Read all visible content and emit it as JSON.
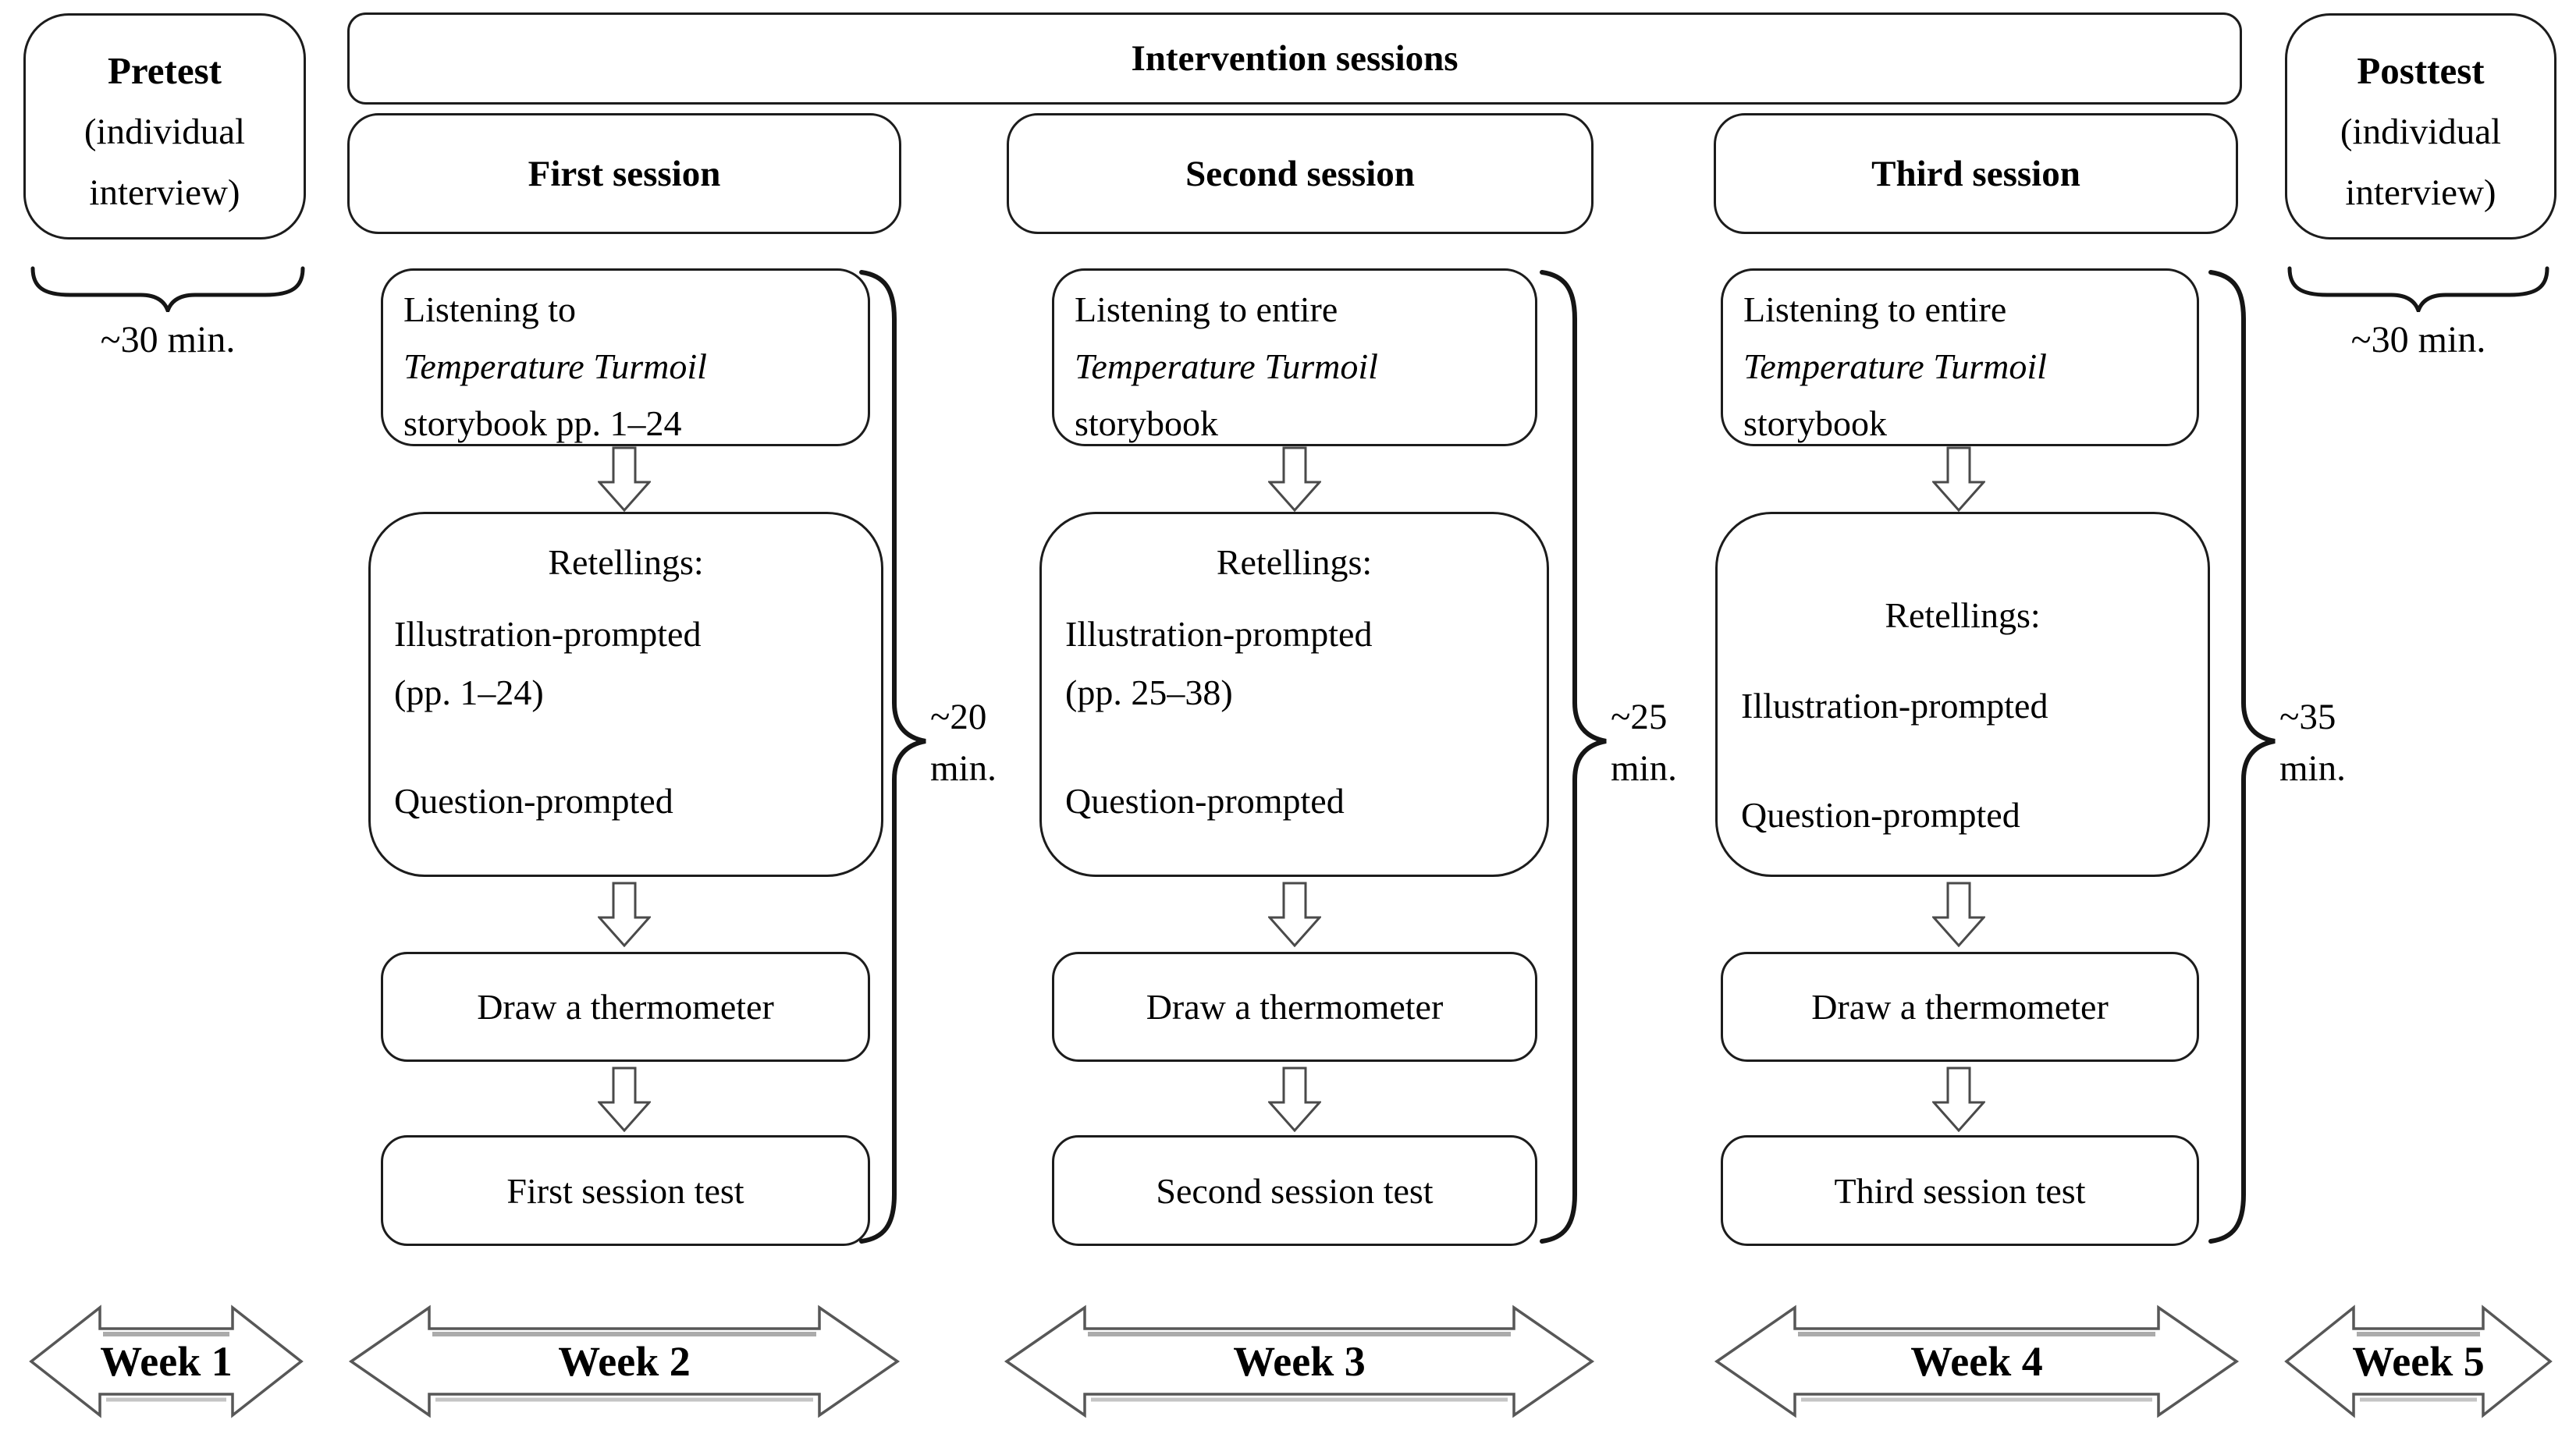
{
  "ink": {
    "border": "#1c1c1c",
    "arrow_stroke": "#4a4a4a",
    "week_arrow_stroke": "#575757",
    "text": "#000000",
    "background": "#ffffff"
  },
  "pretest": {
    "title": "Pretest",
    "line2": "(individual",
    "line3": "interview)",
    "duration": "~30 min."
  },
  "posttest": {
    "title": "Posttest",
    "line2": "(individual",
    "line3": "interview)",
    "duration": "~30 min."
  },
  "intervention": {
    "title": "Intervention sessions"
  },
  "columns": [
    {
      "session_label": "First session",
      "listening": {
        "line1": "Listening to",
        "line2": "Temperature Turmoil",
        "line3": "storybook pp. 1–24"
      },
      "retellings": {
        "title": "Retellings:",
        "line1": "Illustration-prompted",
        "line2": "(pp. 1–24)",
        "line3": "Question-prompted"
      },
      "thermometer": "Draw a thermometer",
      "test": "First session test",
      "duration": {
        "line1": "~20",
        "line2": "min."
      }
    },
    {
      "session_label": "Second session",
      "listening": {
        "line1": "Listening to entire",
        "line2": "Temperature Turmoil",
        "line3": "storybook"
      },
      "retellings": {
        "title": "Retellings:",
        "line1": "Illustration-prompted",
        "line2": "(pp. 25–38)",
        "line3": "Question-prompted"
      },
      "thermometer": "Draw a thermometer",
      "test": "Second session test",
      "duration": {
        "line1": "~25",
        "line2": "min."
      }
    },
    {
      "session_label": "Third session",
      "listening": {
        "line1": "Listening to entire",
        "line2": "Temperature Turmoil",
        "line3": "storybook"
      },
      "retellings": {
        "title": "Retellings:",
        "line1": "Illustration-prompted",
        "line2": "",
        "line3": "Question-prompted"
      },
      "thermometer": "Draw a thermometer",
      "test": "Third session test",
      "duration": {
        "line1": "~35",
        "line2": "min."
      }
    }
  ],
  "weeks": [
    "Week 1",
    "Week 2",
    "Week 3",
    "Week 4",
    "Week 5"
  ]
}
